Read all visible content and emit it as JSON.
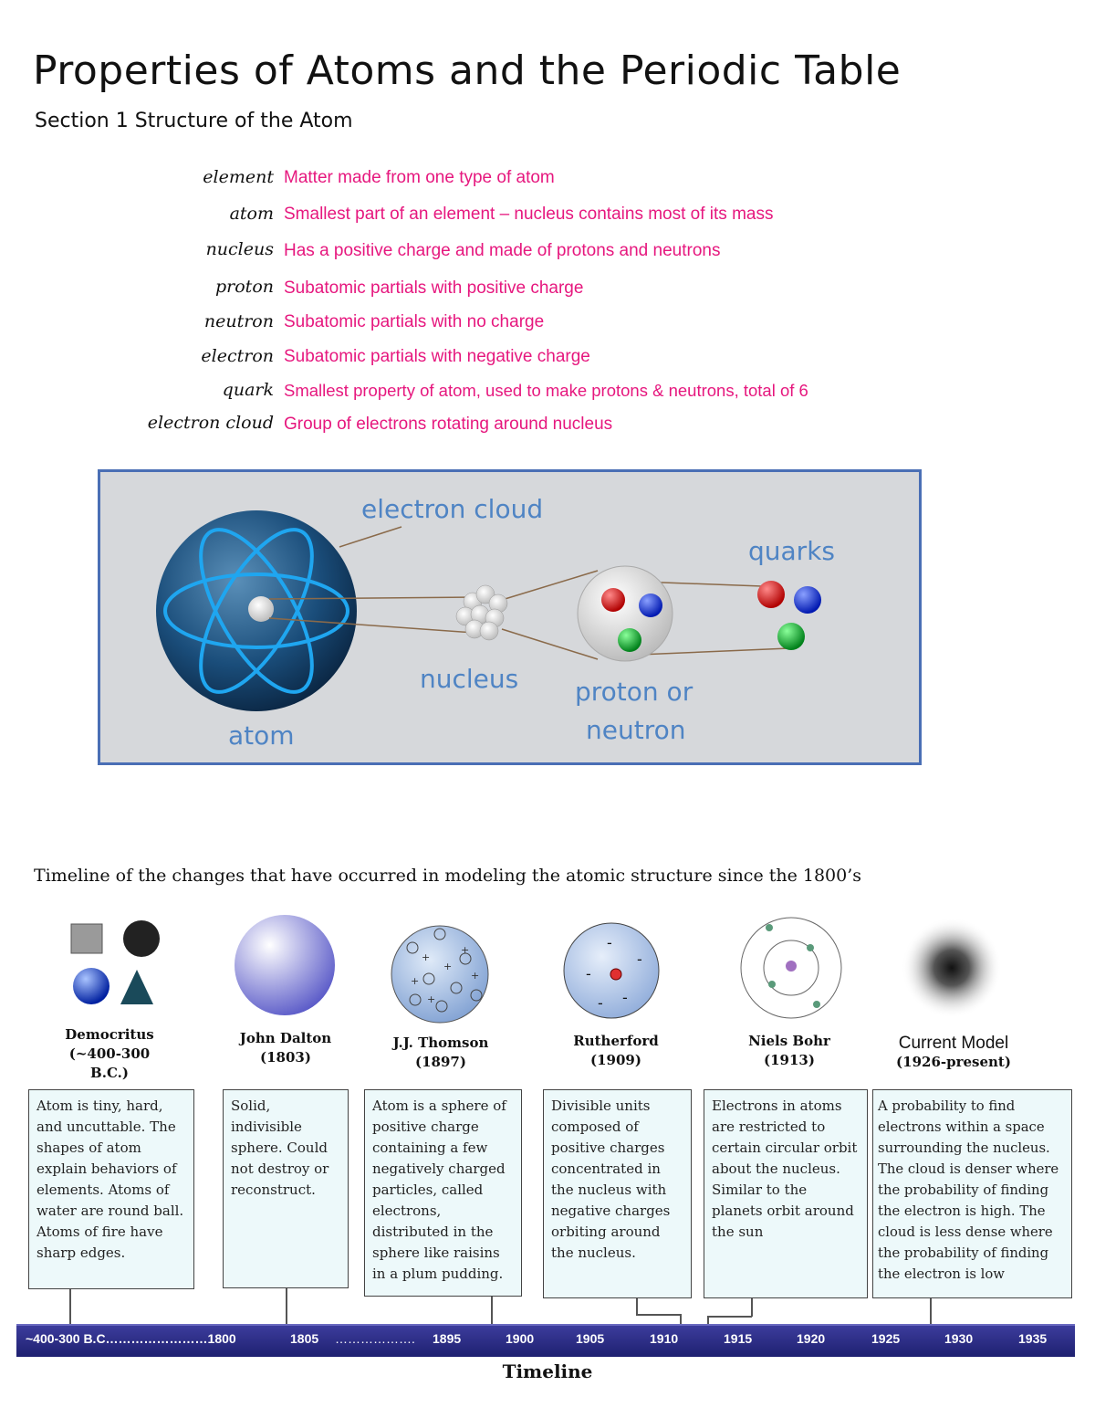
{
  "header": {
    "title": "Properties of Atoms and the Periodic Table",
    "section": "Section 1  Structure of the Atom"
  },
  "vocab": [
    {
      "term": "element",
      "definition": "Matter made from one type of atom"
    },
    {
      "term": "atom",
      "definition": "Smallest part of an element – nucleus contains most of its mass"
    },
    {
      "term": "nucleus",
      "definition": "Has a positive charge and made of protons and neutrons"
    },
    {
      "term": "proton",
      "definition": "Subatomic partials with positive charge"
    },
    {
      "term": "neutron",
      "definition": "Subatomic partials with no charge"
    },
    {
      "term": "electron",
      "definition": "Subatomic partials with negative charge"
    },
    {
      "term": "quark",
      "definition": "Smallest property of atom, used to make protons & neutrons, total of 6"
    },
    {
      "term": "electron cloud",
      "definition": "Group of electrons rotating around nucleus"
    }
  ],
  "figure": {
    "electron_cloud": "electron cloud",
    "quarks": "quarks",
    "nucleus": "nucleus",
    "proton_or_neutron_1": "proton or",
    "proton_or_neutron_2": "neutron",
    "atom": "atom"
  },
  "timeline": {
    "heading": "Timeline of the changes that have occurred in modeling the atomic structure since the 1800’s",
    "models": [
      {
        "name": "Democritus",
        "date": "(~400-300 B.C.)",
        "description": "Atom is tiny, hard, and uncuttable. The shapes of atom explain behaviors of elements. Atoms of water are round ball. Atoms of fire have sharp edges."
      },
      {
        "name": "John Dalton",
        "date": "(1803)",
        "description": "Solid, indivisible sphere. Could not destroy or reconstruct."
      },
      {
        "name": "J.J. Thomson",
        "date": "(1897)",
        "description": "Atom is a sphere of positive charge containing a few negatively charged particles, called electrons, distributed in the sphere like raisins in a plum pudding."
      },
      {
        "name": "Rutherford",
        "date": "(1909)",
        "description": "Divisible units composed of positive charges concentrated in the nucleus with negative charges orbiting around the nucleus."
      },
      {
        "name": "Niels Bohr",
        "date": "(1913)",
        "description": "Electrons in atoms are restricted to certain circular orbit about the nucleus. Similar to the planets orbit around the sun"
      },
      {
        "name": "Current Model",
        "date": "(1926-present)",
        "description": "A probability to find electrons within a space surrounding the nucleus. The cloud is denser where the probability of finding the electron is high. The cloud is less dense where the probability of finding the electron is low"
      }
    ],
    "ticks": [
      "~400-300 B.C……………………1800",
      "1805",
      "……………….",
      "1895",
      "1900",
      "1905",
      "1910",
      "1915",
      "1920",
      "1925",
      "1930",
      "1935"
    ],
    "label": "Timeline"
  },
  "colors": {
    "definition": "#e6177e",
    "figure_label": "#4f84c4",
    "timeline_bar": "#1e2070"
  }
}
